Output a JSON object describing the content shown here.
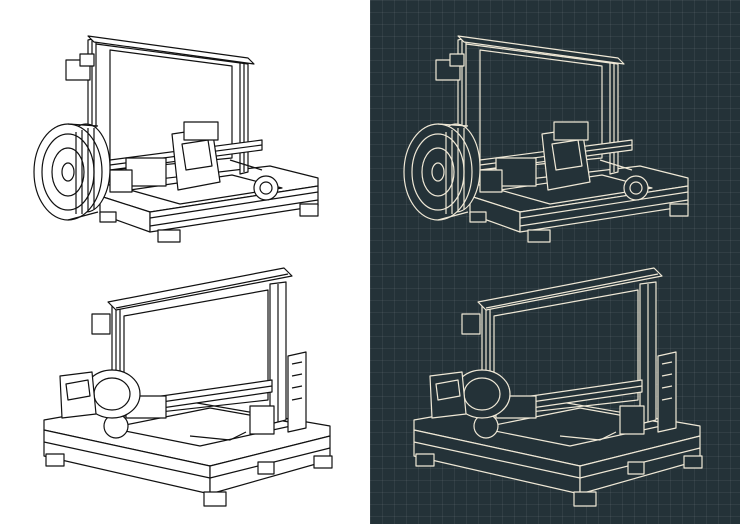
{
  "palette": {
    "left_background": "#ffffff",
    "left_ink": "#111111",
    "right_background": "#243238",
    "right_ink": "#efe8d6"
  },
  "panels": [
    {
      "style": "line-art-on-white",
      "views": [
        "printer-front-left-view",
        "printer-rear-right-view"
      ]
    },
    {
      "style": "blueprint-on-dark",
      "views": [
        "printer-front-left-view",
        "printer-rear-right-view"
      ]
    }
  ]
}
